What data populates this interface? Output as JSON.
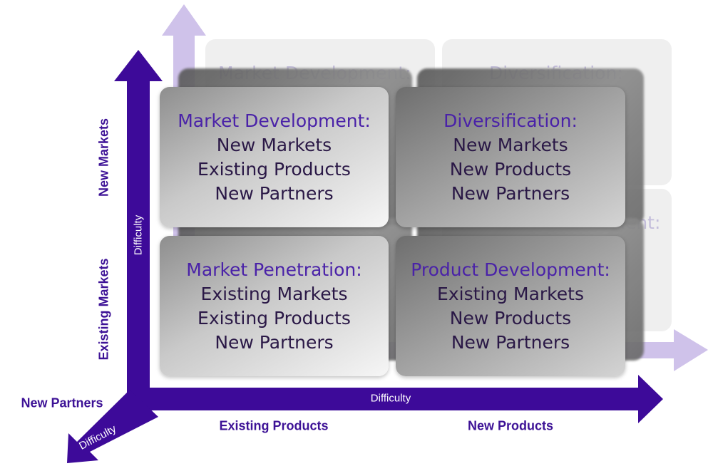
{
  "colors": {
    "axis": "#3d0a99",
    "ghost_axis": "#cbbde8",
    "title_text": "#4a22a8",
    "body_text": "#2a1846"
  },
  "quadrants": {
    "top_left": {
      "title": "Market Development:",
      "lines": [
        "New Markets",
        "Existing Products",
        "New Partners"
      ]
    },
    "top_right": {
      "title": "Diversification:",
      "lines": [
        "New Markets",
        "New Products",
        "New Partners"
      ]
    },
    "bottom_left": {
      "title": "Market Penetration:",
      "lines": [
        "Existing Markets",
        "Existing Products",
        "New Partners"
      ]
    },
    "bottom_right": {
      "title": "Product Development:",
      "lines": [
        "Existing Markets",
        "New Products",
        "New Partners"
      ]
    }
  },
  "ghost": {
    "tl_title": "Market Development:",
    "tr_title": "Diversification:",
    "br_fragment": "ient:"
  },
  "axes": {
    "y_top_label": "New Markets",
    "y_bottom_label": "Existing Markets",
    "x_left_label": "Existing Products",
    "x_right_label": "New Products",
    "z_label": "New Partners",
    "y_difficulty": "Difficulty",
    "x_difficulty": "Difficulty",
    "z_difficulty": "Difficulty"
  }
}
